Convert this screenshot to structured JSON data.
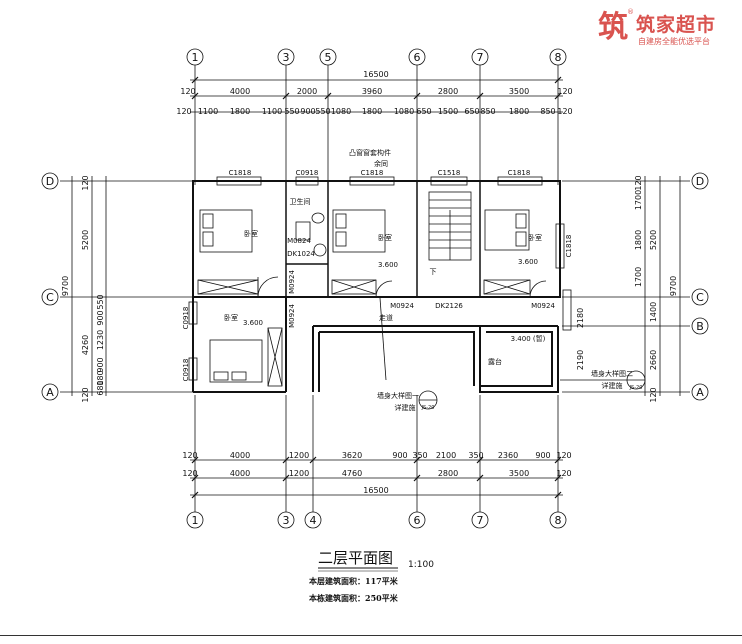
{
  "watermark": {
    "brand": "筑家超市",
    "slogan": "自建房全能优选平台",
    "logo_glyph": "筑",
    "reg_mark": "®"
  },
  "axes": {
    "top_bottom": [
      "1",
      "3",
      "5",
      "6",
      "7",
      "8"
    ],
    "bottom": [
      "1",
      "3",
      "4",
      "6",
      "7",
      "8"
    ],
    "left_right": [
      "D",
      "C",
      "B",
      "A"
    ]
  },
  "dimensions": {
    "top_total": "16500",
    "top_row1": [
      "120",
      "4000",
      "2000",
      "3960",
      "2800",
      "3500",
      "120"
    ],
    "top_row2": [
      "120",
      "1100",
      "1800",
      "1100",
      "550",
      "900",
      "550",
      "1080",
      "1800",
      "1080",
      "650",
      "1500",
      "650",
      "850",
      "1800",
      "850",
      "120"
    ],
    "bottom_row1": [
      "120",
      "4000",
      "1200",
      "3620",
      "900",
      "350",
      "2100",
      "350",
      "2360",
      "900",
      "120"
    ],
    "bottom_row2": [
      "120",
      "4000",
      "1200",
      "4760",
      "2800",
      "3500",
      "120"
    ],
    "bottom_total": "16500",
    "left_total": "9700",
    "left_col1": [
      "120",
      "5200",
      "4260",
      "120"
    ],
    "left_col2": [
      "900",
      "550",
      "1230",
      "900",
      "180",
      "680"
    ],
    "right_total": "9700",
    "right_col1": [
      "120",
      "1700",
      "1800",
      "1700",
      "2180",
      "2190",
      "1400",
      "2660",
      "120"
    ],
    "right_col2": [
      "5200"
    ]
  },
  "rooms": {
    "bedroom": "卧室",
    "bathroom": "卫生间",
    "terrace": "露台",
    "passage": "走道",
    "down": "下",
    "bay_window": "凸窗",
    "bay_note": "凸窗窗套构件",
    "bay_note2": "余同"
  },
  "codes": {
    "c1818": "C1818",
    "c0918": "C0918",
    "c1518": "C1518",
    "m0824": "M0824",
    "dk1024": "DK1024",
    "m0924": "M0924",
    "dk2126": "DK2126"
  },
  "levels": {
    "floor": "3.600",
    "terrace": "3.400 (暂)"
  },
  "callouts": {
    "detail1": "墙身大样图一",
    "detail1b": "详建施",
    "detail2": "墙身大样图二",
    "detail2b": "详建施",
    "sheet": "JS-20"
  },
  "title": {
    "main": "二层平面图",
    "scale": "1:100",
    "floor_area": "本层建筑面积：117平米",
    "building_area": "本栋建筑面积：250平米"
  }
}
